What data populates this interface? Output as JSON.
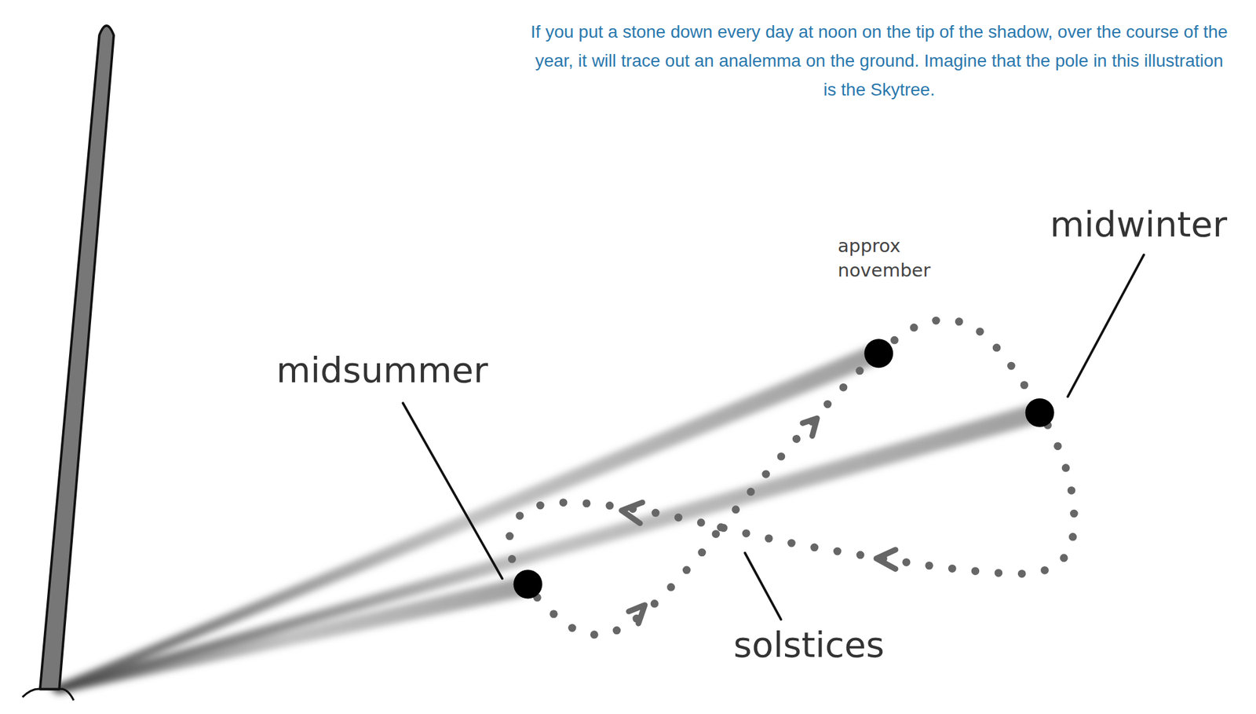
{
  "diagram": {
    "caption": "If you put a stone down every day at noon on the tip of the shadow, over the course of the year, it will trace out an analemma on the ground.  Imagine that the pole in this illustration is the Skytree.",
    "labels": [
      "midsummer",
      "midwinter",
      "approx november",
      "solstices"
    ]
  }
}
